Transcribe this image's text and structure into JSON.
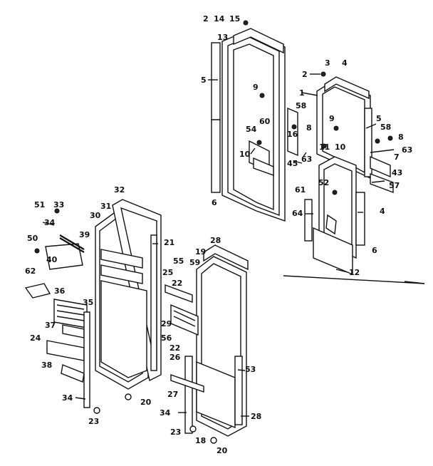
{
  "callouts": [
    {
      "id": "c2a",
      "text": "2"
    },
    {
      "id": "c14",
      "text": "14"
    },
    {
      "id": "c15",
      "text": "15"
    },
    {
      "id": "c13",
      "text": "13"
    },
    {
      "id": "c5a",
      "text": "5"
    },
    {
      "id": "c9a",
      "text": "9"
    },
    {
      "id": "c54",
      "text": "54"
    },
    {
      "id": "c60",
      "text": "60"
    },
    {
      "id": "c58a",
      "text": "58"
    },
    {
      "id": "c8a",
      "text": "8"
    },
    {
      "id": "c16",
      "text": "16"
    },
    {
      "id": "c10a",
      "text": "10"
    },
    {
      "id": "c45",
      "text": "45"
    },
    {
      "id": "c6a",
      "text": "6"
    },
    {
      "id": "c3",
      "text": "3"
    },
    {
      "id": "c2b",
      "text": "2"
    },
    {
      "id": "c4a",
      "text": "4"
    },
    {
      "id": "c1",
      "text": "1"
    },
    {
      "id": "c9b",
      "text": "9"
    },
    {
      "id": "c5b",
      "text": "5"
    },
    {
      "id": "c58b",
      "text": "58"
    },
    {
      "id": "c8b",
      "text": "8"
    },
    {
      "id": "c63a",
      "text": "63"
    },
    {
      "id": "c11",
      "text": "11"
    },
    {
      "id": "c10b",
      "text": "10"
    },
    {
      "id": "c63b",
      "text": "63"
    },
    {
      "id": "c7",
      "text": "7"
    },
    {
      "id": "c43",
      "text": "43"
    },
    {
      "id": "c52",
      "text": "52"
    },
    {
      "id": "c61",
      "text": "61"
    },
    {
      "id": "c57",
      "text": "57"
    },
    {
      "id": "c64",
      "text": "64"
    },
    {
      "id": "c4b",
      "text": "4"
    },
    {
      "id": "c6b",
      "text": "6"
    },
    {
      "id": "c12",
      "text": "12"
    },
    {
      "id": "c32",
      "text": "32"
    },
    {
      "id": "c51",
      "text": "51"
    },
    {
      "id": "c33",
      "text": "33"
    },
    {
      "id": "c31",
      "text": "31"
    },
    {
      "id": "c30",
      "text": "30"
    },
    {
      "id": "c34a",
      "text": "34"
    },
    {
      "id": "c39",
      "text": "39"
    },
    {
      "id": "c21",
      "text": "21"
    },
    {
      "id": "c50",
      "text": "50"
    },
    {
      "id": "c40",
      "text": "40"
    },
    {
      "id": "c62",
      "text": "62"
    },
    {
      "id": "c36",
      "text": "36"
    },
    {
      "id": "c35",
      "text": "35"
    },
    {
      "id": "c37",
      "text": "37"
    },
    {
      "id": "c24",
      "text": "24"
    },
    {
      "id": "c38",
      "text": "38"
    },
    {
      "id": "c34b",
      "text": "34"
    },
    {
      "id": "c23a",
      "text": "23"
    },
    {
      "id": "c20a",
      "text": "20"
    },
    {
      "id": "c28a",
      "text": "28"
    },
    {
      "id": "c55",
      "text": "55"
    },
    {
      "id": "c19",
      "text": "19"
    },
    {
      "id": "c59",
      "text": "59"
    },
    {
      "id": "c25",
      "text": "25"
    },
    {
      "id": "c22a",
      "text": "22"
    },
    {
      "id": "c29",
      "text": "29"
    },
    {
      "id": "c56",
      "text": "56"
    },
    {
      "id": "c22b",
      "text": "22"
    },
    {
      "id": "c26",
      "text": "26"
    },
    {
      "id": "c53",
      "text": "53"
    },
    {
      "id": "c27",
      "text": "27"
    },
    {
      "id": "c34c",
      "text": "34"
    },
    {
      "id": "c28b",
      "text": "28"
    },
    {
      "id": "c23b",
      "text": "23"
    },
    {
      "id": "c18",
      "text": "18"
    },
    {
      "id": "c20b",
      "text": "20"
    }
  ]
}
